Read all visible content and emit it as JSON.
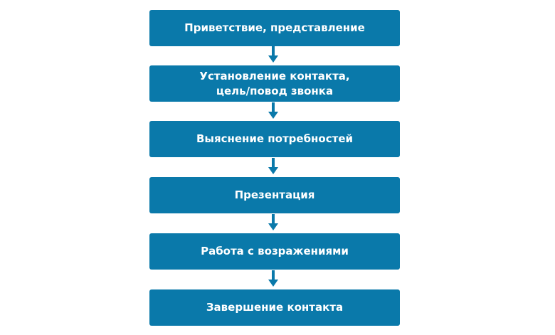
{
  "diagram": {
    "steps": [
      {
        "label": "Приветствие, представление"
      },
      {
        "label": "Установление контакта,\nцель/повод звонка"
      },
      {
        "label": "Выяснение потребностей"
      },
      {
        "label": "Презентация"
      },
      {
        "label": "Работа с возражениями"
      },
      {
        "label": "Завершение контакта"
      }
    ],
    "colors": {
      "box": "#0a79aa",
      "arrow": "#0a79aa",
      "text": "#ffffff"
    }
  }
}
